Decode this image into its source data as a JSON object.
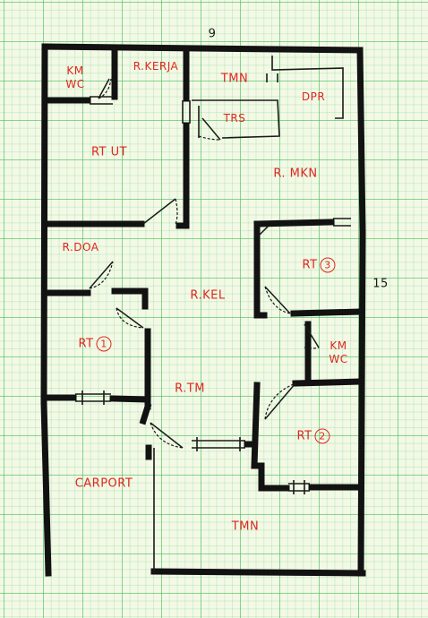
{
  "plan": {
    "dimensions": {
      "width_label": "9",
      "length_label": "15"
    },
    "rooms": {
      "km_wc_top": {
        "line1": "KM",
        "line2": "WC"
      },
      "r_kerja": "R.KERJA",
      "tmn_top": "TMN",
      "dpr": "DPR",
      "trs": "TRS",
      "rt_ut": "RT UT",
      "r_mkn": "R. MKN",
      "r_doa": "R.DOA",
      "rt3": {
        "text": "RT",
        "number": "3"
      },
      "r_kel": "R.KEL",
      "rt1": {
        "text": "RT",
        "number": "1"
      },
      "km_wc_right": {
        "line1": "KM",
        "line2": "WC"
      },
      "r_tm": "R.TM",
      "rt2": {
        "text": "RT",
        "number": "2"
      },
      "carport": "CARPORT",
      "tmn_bottom": "TMN"
    },
    "colors": {
      "label": "#e0261e",
      "wall": "#121212",
      "grid": "#46be5a",
      "paper": "#f3f9e6"
    }
  }
}
